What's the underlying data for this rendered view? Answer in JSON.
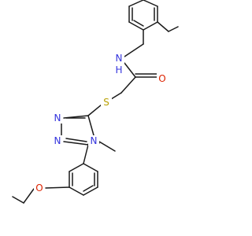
{
  "structure": {
    "atoms": {
      "nh": {
        "label": "N",
        "sub": "H",
        "color": "#3333dd"
      },
      "o": {
        "label": "O",
        "color": "#dd2200"
      },
      "s": {
        "label": "S",
        "color": "#b8a000"
      },
      "n_top": {
        "label": "N",
        "color": "#3333dd"
      },
      "n_bottom": {
        "label": "N",
        "color": "#3333dd"
      },
      "n_ring": {
        "label": "N",
        "color": "#3333dd"
      },
      "o_ether": {
        "label": "O",
        "color": "#dd2200"
      }
    },
    "bond_color": "#1a1a1a"
  }
}
